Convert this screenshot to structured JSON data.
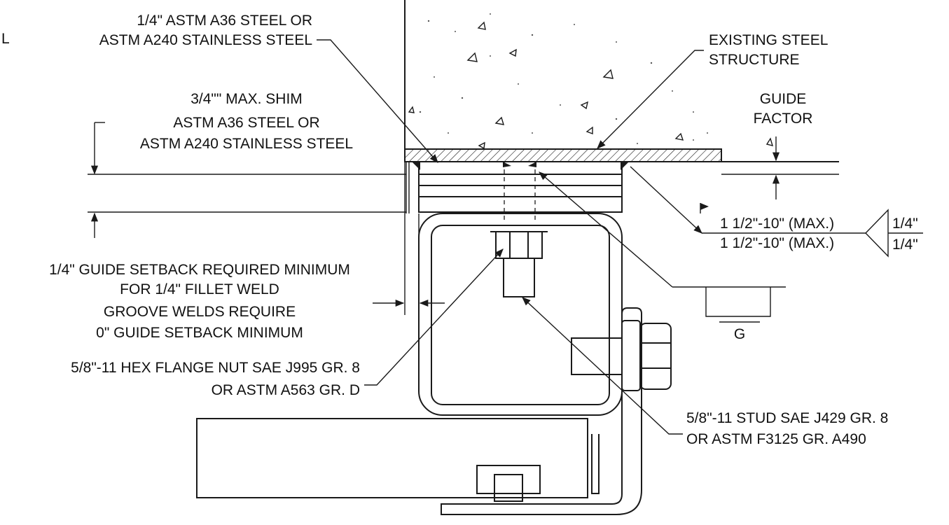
{
  "labels": {
    "edge_mark": "L",
    "plate_line1": "1/4\" ASTM A36 STEEL OR",
    "plate_line2": "ASTM A240 STAINLESS STEEL",
    "existing_line1": "EXISTING STEEL",
    "existing_line2": "STRUCTURE",
    "shim_line1": "3/4\"\" MAX. SHIM",
    "shim_line2": "ASTM A36 STEEL OR",
    "shim_line3": "ASTM A240 STAINLESS STEEL",
    "guide_line1": "GUIDE",
    "guide_line2": "FACTOR",
    "weld_length_top": "1 1/2\"-10\" (MAX.)",
    "weld_length_bottom": "1 1/2\"-10\" (MAX.)",
    "weld_size_top": "1/4\"",
    "weld_size_bottom": "1/4\"",
    "setback_line1": "1/4\" GUIDE SETBACK REQUIRED MINIMUM",
    "setback_line2": "FOR 1/4\" FILLET WELD",
    "setback_line3": "GROOVE WELDS REQUIRE",
    "setback_line4": "0\" GUIDE SETBACK MINIMUM",
    "groove_symbol": "G",
    "nut_line1": "5/8\"-11 HEX FLANGE NUT SAE J995 GR. 8",
    "nut_line2": "OR ASTM A563 GR. D",
    "stud_line1": "5/8\"-11 STUD SAE J429 GR. 8",
    "stud_line2": "OR ASTM F3125 GR. A490"
  },
  "colors": {
    "line": "#1a1a1a",
    "text": "#111111",
    "background": "#ffffff"
  }
}
